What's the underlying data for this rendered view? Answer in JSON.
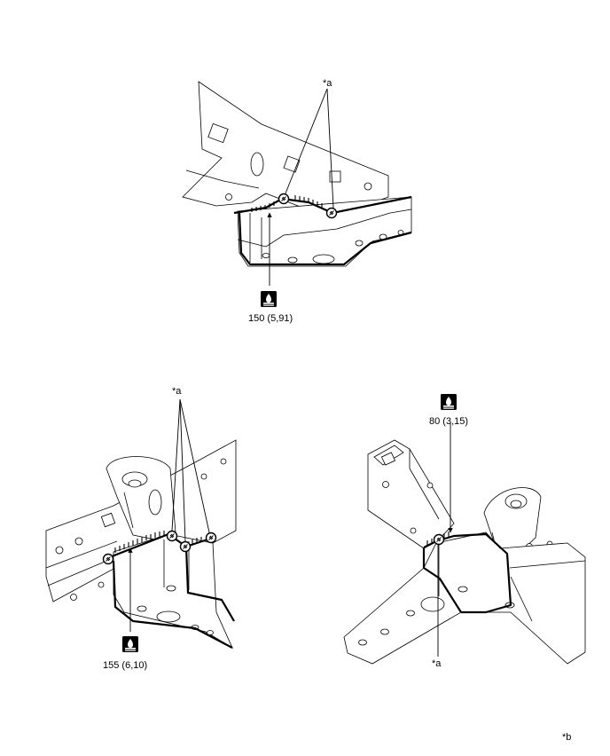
{
  "figure_1": {
    "callout": "*a",
    "spec": "150 (5,91)"
  },
  "figure_2": {
    "callout": "*a",
    "spec": "155 (6,10)"
  },
  "figure_3": {
    "callout": "*a",
    "spec": "80 (3,15)"
  },
  "corner_label": "*b",
  "icons": [
    "torque-seal-icon",
    "spot-weld-icon"
  ]
}
